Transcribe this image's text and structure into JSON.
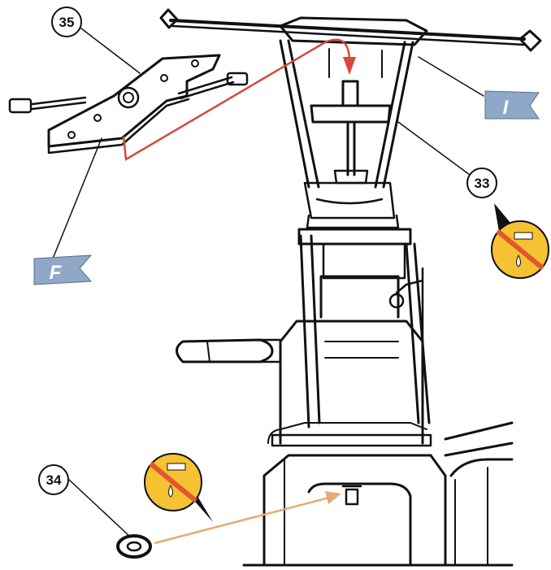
{
  "callouts": {
    "c33": "33",
    "c34": "34",
    "c35": "35"
  },
  "flags": {
    "f": "F",
    "i": "I"
  },
  "colors": {
    "flag_blue": "#8fa8c8",
    "arrow_red": "#d9463b",
    "arrow_orange": "#e8a973",
    "warning_yellow": "#f4c233",
    "warning_stripe": "#e4572e",
    "ink": "#111111"
  },
  "icons": {
    "warning_1": "no-oil-warning-icon",
    "warning_2": "no-oil-warning-icon"
  }
}
